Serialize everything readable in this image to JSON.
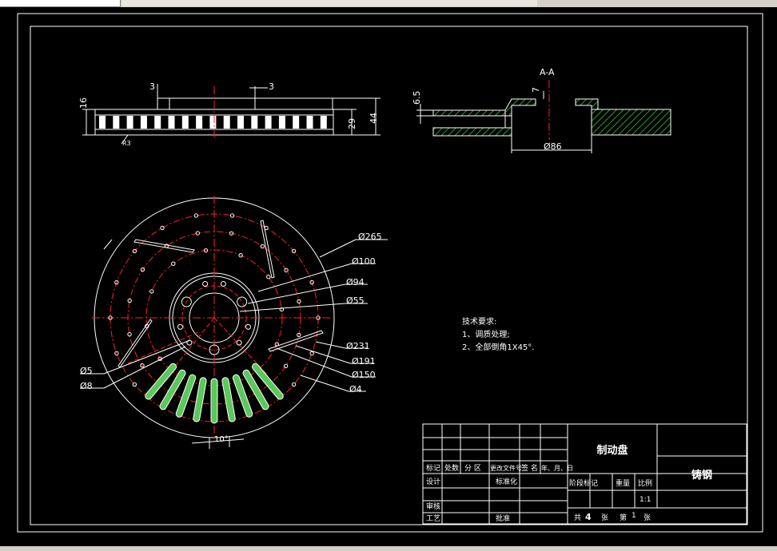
{
  "colors": {
    "background": "#000000",
    "linework": "#ffffff",
    "centerline": "#ff2020",
    "hatch": "#2e9a2e",
    "slot_fill": "#5ac85a"
  },
  "top_view": {
    "dim_16": "16",
    "dim_3_left": "3",
    "dim_3_right": "3",
    "dim_29": "29",
    "dim_44": "44",
    "dim_corner": "R3"
  },
  "section_view": {
    "title": "A-A",
    "dim_6_5": "6.5",
    "dim_7": "7",
    "dim_86": "Ø86"
  },
  "plan_view": {
    "d265": "Ø265",
    "d100": "Ø100",
    "d94": "Ø94",
    "d55": "Ø55",
    "d231": "Ø231",
    "d191": "Ø191",
    "d150": "Ø150",
    "d4": "Ø4",
    "d5": "Ø5",
    "d8": "Ø8",
    "angle": "10°"
  },
  "notes": {
    "heading": "技术要求:",
    "line1": "1、调质处理;",
    "line2": "2、全部倒角1X45°."
  },
  "title_block": {
    "part_name": "制动盘",
    "material": "铸钢",
    "mark": "标记",
    "count": "处数",
    "zone": "分 区",
    "doc_no": "更改文件号",
    "sign": "签 名",
    "date": "年、月、日",
    "design": "设计",
    "standardize": "标准化",
    "stage_mark": "阶段标记",
    "weight": "重量",
    "scale_label": "比例",
    "scale": "1:1",
    "review": "审核",
    "process": "工艺",
    "approve": "批准",
    "total": "共",
    "total_count": "4",
    "sheets": "张",
    "number": "第",
    "sheet_no": "1",
    "sheets2": "张"
  }
}
